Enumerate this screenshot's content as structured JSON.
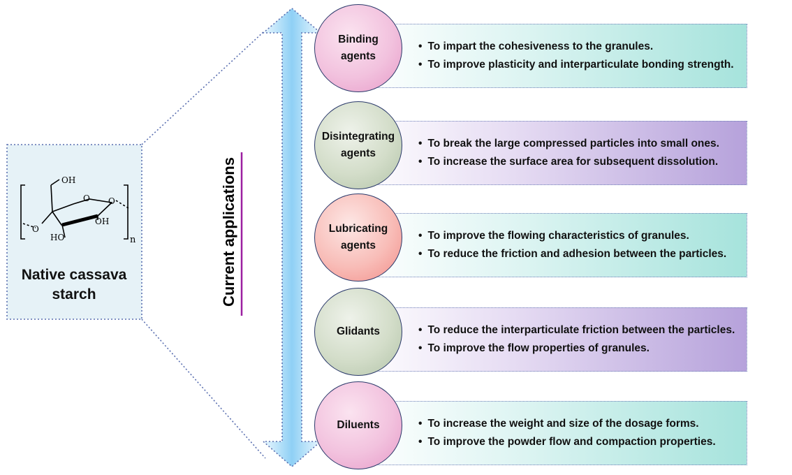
{
  "starch": {
    "name_line1": "Native cassava",
    "name_line2": "starch",
    "structure": {
      "oh_top": "OH",
      "ring_o": "O",
      "o_left": "O",
      "o_right": "O",
      "oh_right": "OH",
      "ho_bottom": "HO",
      "subscript": "n"
    }
  },
  "axis_title": "Current applications",
  "colors": {
    "arrow": "#8fd0f5",
    "accent_line": "#9b1fa0",
    "border": "#6f7fb8"
  },
  "applications": [
    {
      "name_line1": "Binding",
      "name_line2": "agents",
      "circle_color": "pink",
      "box_color": "teal",
      "bullets": [
        "To impart the cohesiveness to the granules.",
        "To improve plasticity and interparticulate bonding strength."
      ]
    },
    {
      "name_line1": "Disintegrating",
      "name_line2": "agents",
      "circle_color": "sage",
      "box_color": "purple",
      "bullets": [
        "To break the large compressed particles into small ones.",
        "To increase the surface area for subsequent dissolution."
      ]
    },
    {
      "name_line1": "Lubricating",
      "name_line2": "agents",
      "circle_color": "coral",
      "box_color": "teal",
      "bullets": [
        "To improve the flowing characteristics of granules.",
        "To reduce the friction and adhesion between the particles."
      ]
    },
    {
      "name_line1": "Glidants",
      "name_line2": "",
      "circle_color": "sage",
      "box_color": "purple",
      "bullets": [
        "To reduce the interparticulate friction between the particles.",
        "To improve the flow properties of granules."
      ]
    },
    {
      "name_line1": "Diluents",
      "name_line2": "",
      "circle_color": "pink",
      "box_color": "teal",
      "bullets": [
        "To increase the weight and size of the dosage forms.",
        "To improve the powder flow and compaction properties."
      ]
    }
  ]
}
